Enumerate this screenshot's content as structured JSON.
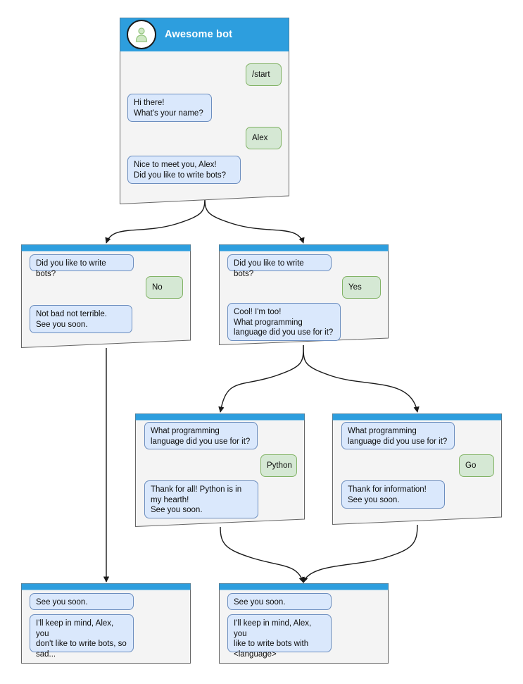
{
  "meta": {
    "colors": {
      "header_blue": "#2d9ede",
      "window_bg": "#f4f4f4",
      "window_border": "#666666",
      "bot_bubble_fill": "#dae8fc",
      "bot_bubble_stroke": "#6c8ebf",
      "user_bubble_fill": "#d5e8d4",
      "user_bubble_stroke": "#82b366",
      "connector": "#1a1a1a",
      "avatar_person": "#b7dca8"
    }
  },
  "nodes": {
    "root": {
      "id": "root-chat-window",
      "header": {
        "title": "Awesome bot",
        "avatar_icon": "person-avatar-icon"
      },
      "messages": [
        {
          "from": "user",
          "text": "/start"
        },
        {
          "from": "bot",
          "text": "Hi there!\nWhat's your name?"
        },
        {
          "from": "user",
          "text": "Alex"
        },
        {
          "from": "bot",
          "text": "Nice to meet you, Alex!\nDid you like to write bots?"
        }
      ]
    },
    "no_branch": {
      "id": "no-branch-window",
      "messages": [
        {
          "from": "bot",
          "text": "Did you like to write bots?"
        },
        {
          "from": "user",
          "text": "No"
        },
        {
          "from": "bot",
          "text": "Not bad not terrible.\nSee you soon."
        }
      ]
    },
    "yes_branch": {
      "id": "yes-branch-window",
      "messages": [
        {
          "from": "bot",
          "text": "Did you like to write bots?"
        },
        {
          "from": "user",
          "text": "Yes"
        },
        {
          "from": "bot",
          "text": "Cool! I'm too!\nWhat programming\nlanguage did you use for it?"
        }
      ]
    },
    "python_branch": {
      "id": "python-branch-window",
      "messages": [
        {
          "from": "bot",
          "text": "What programming\nlanguage did you use for it?"
        },
        {
          "from": "user",
          "text": "Python"
        },
        {
          "from": "bot",
          "text": "Thank for all! Python is in\nmy hearth!\nSee you soon."
        }
      ]
    },
    "go_branch": {
      "id": "go-branch-window",
      "messages": [
        {
          "from": "bot",
          "text": "What programming\nlanguage did you use for it?"
        },
        {
          "from": "user",
          "text": "Go"
        },
        {
          "from": "bot",
          "text": "Thank for information!\nSee you soon."
        }
      ]
    },
    "end_sad": {
      "id": "end-sad-window",
      "messages": [
        {
          "from": "bot",
          "text": "See you soon."
        },
        {
          "from": "bot",
          "text": "I'll keep in mind, Alex, you\ndon't like to write bots, so\nsad..."
        }
      ]
    },
    "end_happy": {
      "id": "end-happy-window",
      "messages": [
        {
          "from": "bot",
          "text": "See you soon."
        },
        {
          "from": "bot",
          "text": "I'll keep in mind, Alex, you\nlike to write bots with\n<language>"
        }
      ]
    }
  }
}
